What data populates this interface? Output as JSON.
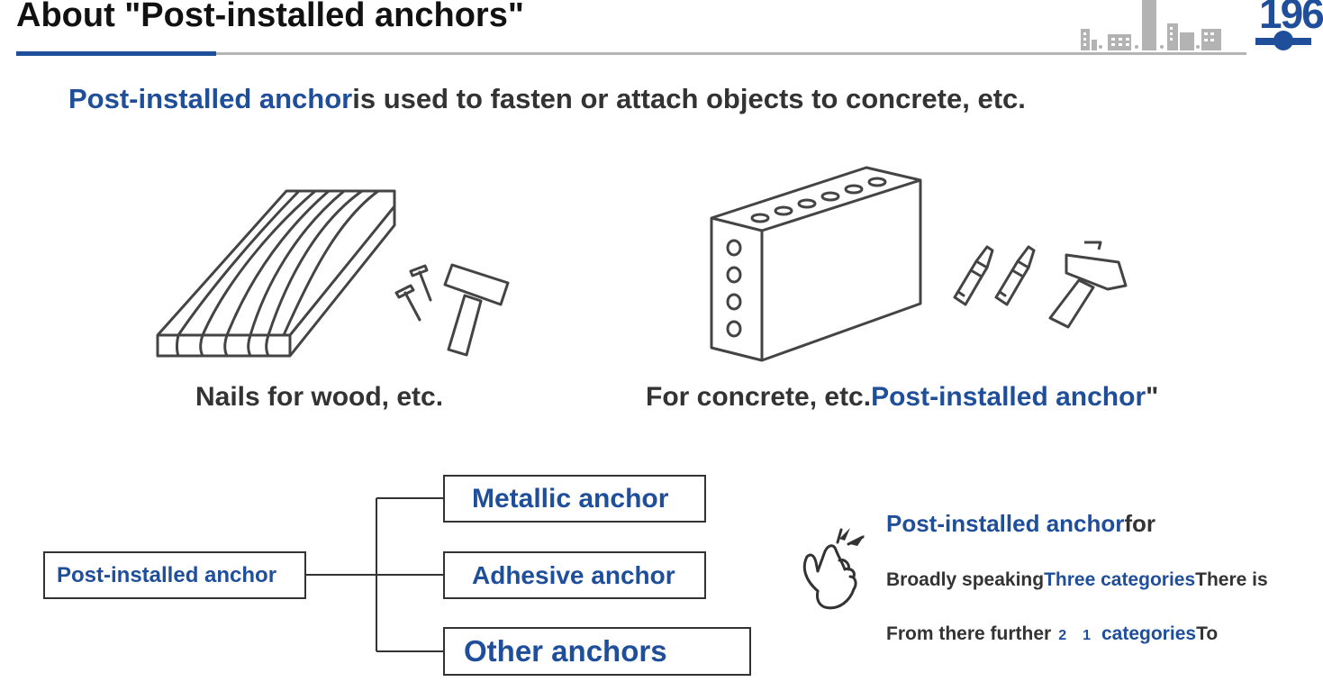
{
  "header": {
    "title": "About \"Post-installed anchors\"",
    "logo_text": "196",
    "brand_color": "#1f4e9a"
  },
  "lead": {
    "highlight": "Post-installed anchor",
    "rest": "is used to fasten or attach objects to concrete, etc."
  },
  "illustrations": {
    "left_caption": "Nails for wood, etc.",
    "right_caption_plain": "For concrete, etc.",
    "right_caption_highlight": "Post-installed anchor",
    "right_caption_end": "\""
  },
  "tree": {
    "root": "Post-installed anchor",
    "children": [
      "Metallic anchor",
      "Adhesive anchor",
      "Other anchors"
    ]
  },
  "note": {
    "line1_highlight": "Post-installed anchor",
    "line1_rest": "for",
    "line2_plain": "Broadly speaking",
    "line2_highlight": "Three categories",
    "line2_end": "There is",
    "line3_plain": "From there further",
    "line3_num1": "2",
    "line3_num2": "1",
    "line3_highlight": "categories",
    "line3_end": "To"
  }
}
